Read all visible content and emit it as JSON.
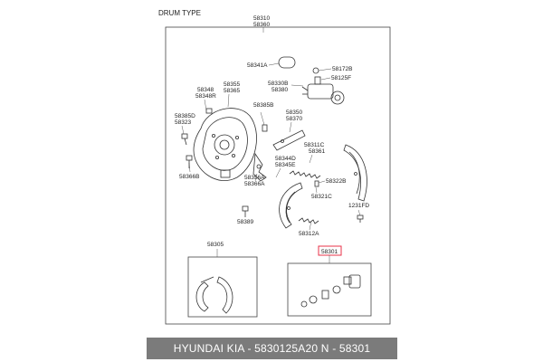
{
  "diagram": {
    "title": "DRUM TYPE",
    "labels": {
      "l58310": "58310",
      "l58360": "58360",
      "l58341A": "58341A",
      "l58172B": "58172B",
      "l58125F": "58125F",
      "l58330B": "58330B",
      "l58380": "58380",
      "l58355": "58355",
      "l58365": "58365",
      "l58348": "58348",
      "l58348R": "58348R",
      "l58385B": "58385B",
      "l58385D": "58385D",
      "l58323": "58323",
      "l58350": "58350",
      "l58370": "58370",
      "l58311C": "58311C",
      "l58361": "58361",
      "l58344D": "58344D",
      "l58345E": "58345E",
      "l58322B": "58322B",
      "l58366B": "58366B",
      "l58356A": "58356A",
      "l58366A": "58366A",
      "l58321C": "58321C",
      "l1231FD": "1231FD",
      "l58389": "58389",
      "l58312A": "58312A",
      "l58305": "58305",
      "l58301": "58301"
    }
  },
  "footer": {
    "text": "HYUNDAI  KIA - 5830125A20     N - 58301"
  },
  "colors": {
    "highlight": "#e8334a",
    "footer_bg": "#7b7b7b"
  }
}
